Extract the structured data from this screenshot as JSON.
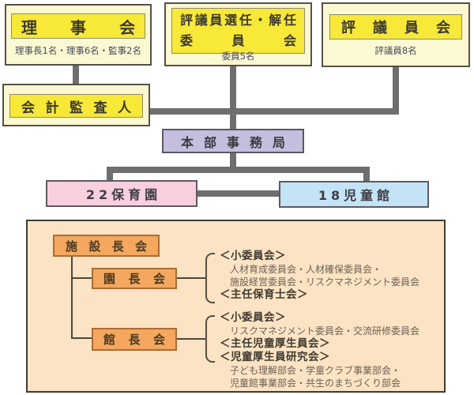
{
  "colors": {
    "bright_yellow": "#f8e838",
    "pale_yellow": "#fcf9d2",
    "lavender": "#c6bedd",
    "pink": "#f8cfdf",
    "light_blue": "#c3e3f7",
    "orange": "#f4a75e",
    "peach_panel": "#fbe3c3",
    "connector_gray": "#6e6e6e"
  },
  "chart": {
    "board": {
      "title": "理事会",
      "caption": "理事長1名・理事6名・監事2名"
    },
    "selection_committee": {
      "title_line1": "評議員選任・解任",
      "title_line2": "委員会",
      "caption": "委員5名"
    },
    "councilors": {
      "title": "評議員会",
      "caption": "評議員8名"
    },
    "auditor": {
      "title": "会計監査人"
    },
    "hq": {
      "title": "本部事務局"
    },
    "nurseries": {
      "title": "22保育園"
    },
    "childrens_halls": {
      "title": "18児童館"
    },
    "panel": {
      "facility_heads": {
        "title": "施設長会"
      },
      "nursery_heads": {
        "title": "園長会",
        "sections": [
          {
            "heading": "＜小委員会＞",
            "lines": [
              "人材育成委員会・人材確保委員会・",
              "施設経営委員会・リスクマネジメント委員会"
            ]
          },
          {
            "heading": "＜主任保育士会＞",
            "lines": []
          }
        ]
      },
      "hall_heads": {
        "title": "館長会",
        "sections": [
          {
            "heading": "＜小委員会＞",
            "lines": [
              "リスクマネジメント委員会・交流研修委員会"
            ]
          },
          {
            "heading": "＜主任児童厚生員会＞",
            "lines": []
          },
          {
            "heading": "＜児童厚生員研究会＞",
            "lines": [
              "子ども理解部会・学童クラブ事業部会・",
              "児童館事業部会・共生のまちづくり部会"
            ]
          }
        ]
      }
    }
  }
}
